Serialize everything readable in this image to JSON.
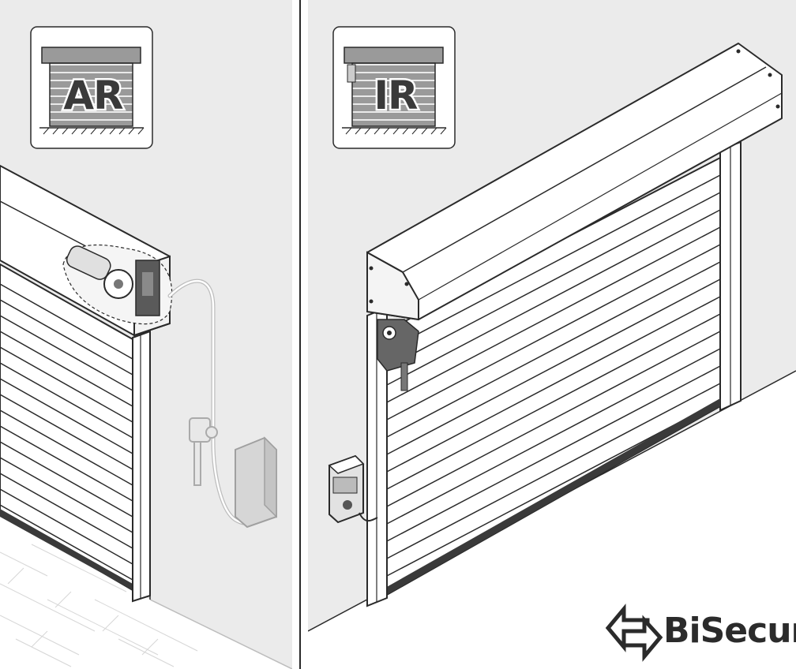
{
  "left_panel": {
    "badge_label": "AR",
    "description_icon": "roller-door-outside-mounted-icon"
  },
  "right_panel": {
    "badge_label": "IR",
    "description_icon": "roller-door-inside-mounted-icon"
  },
  "brand": {
    "name": "BiSecur",
    "logo_icon": "bisecur-arrows-icon"
  },
  "colors": {
    "background_wall": "#ebebeb",
    "door_slats": "#ffffff",
    "outline": "#2a2a2a",
    "motor_dark": "#555555",
    "badge_door": "#9a9a9a"
  }
}
